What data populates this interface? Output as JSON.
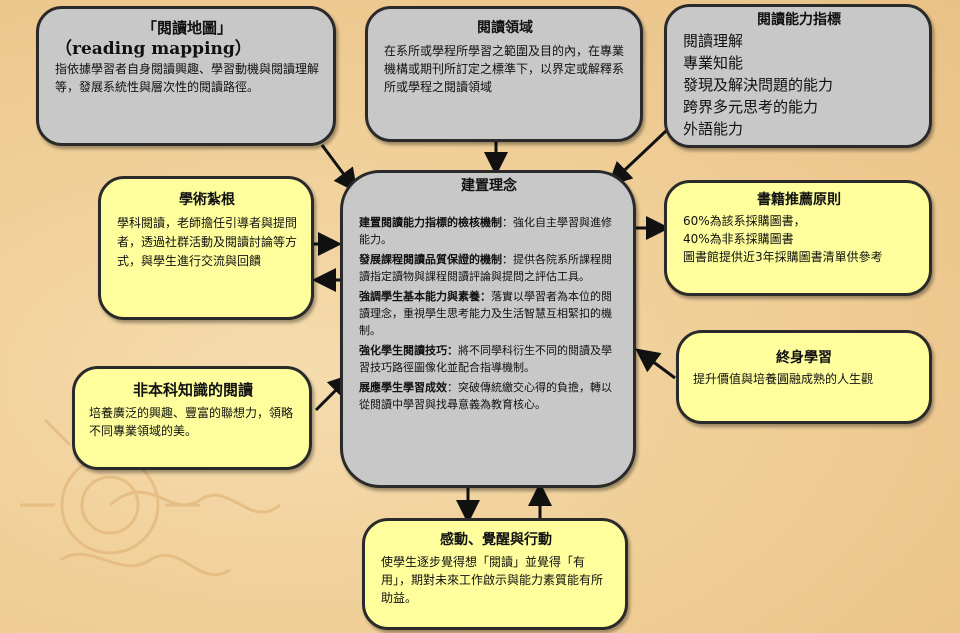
{
  "boxes": {
    "reading_map": {
      "title": "「閱讀地圖」",
      "subtitle": "（reading mapping）",
      "text": "指依據學習者自身閱讀興趣、學習動機與閱讀理解等，發展系統性與層次性的閱讀路徑。"
    },
    "reading_domain": {
      "title": "閱讀領域",
      "text": "在系所或學程所學習之範圍及目的內，在專業機構或期刊所訂定之標準下，以界定或解釋系所或學程之閱讀領域"
    },
    "reading_indicators": {
      "title": "閱讀能力指標",
      "items": [
        "閱讀理解",
        "專業知能",
        "發現及解決問題的能力",
        "跨界多元思考的能力",
        "外語能力"
      ]
    },
    "academic_root": {
      "title": "學術紮根",
      "text": "學科閱讀，老師擔任引導者與提問者，透過社群活動及閱讀討論等方式，與學生進行交流與回饋"
    },
    "core_concept": {
      "title": "建置理念",
      "paragraphs": [
        {
          "bold": "建置閱讀能力指標的檢核機制",
          "rest": "：強化自主學習與進修能力。"
        },
        {
          "bold": "發展課程閱讀品質保證的機制",
          "rest": "：提供各院系所課程閱讀指定讀物與課程閱讀評論與提問之評估工具。"
        },
        {
          "bold": "強調學生基本能力與素養：",
          "rest": "落實以學習者為本位的閱讀理念，重視學生思考能力及生活智慧互相緊扣的機制。"
        },
        {
          "bold": "強化學生閱讀技巧：",
          "rest": "將不同學科衍生不同的閱讀及學習技巧路徑圖像化並配合指導機制。"
        },
        {
          "bold": "展應學生學習成效",
          "rest": "：突破傳統繳交心得的負擔，轉以從閱讀中學習與找尋意義為教育核心。"
        }
      ]
    },
    "book_recommend": {
      "title": "書籍推薦原則",
      "lines": [
        "60%為該系採購圖書，",
        "40%為非系採購圖書",
        "圖書館提供近3年採購圖書清單供參考"
      ]
    },
    "lifelong": {
      "title": "終身學習",
      "text": "提升價值與培養圓融成熟的人生觀"
    },
    "non_major": {
      "title": "非本科知識的閱讀",
      "text": "培養廣泛的興趣、豐富的聯想力，領略不同專業領域的美。"
    },
    "inspire": {
      "title": "感動、覺醒與行動",
      "text": "使學生逐步覺得想「閱讀」並覺得「有用」，期對未來工作啟示與能力素質能有所助益。"
    }
  }
}
